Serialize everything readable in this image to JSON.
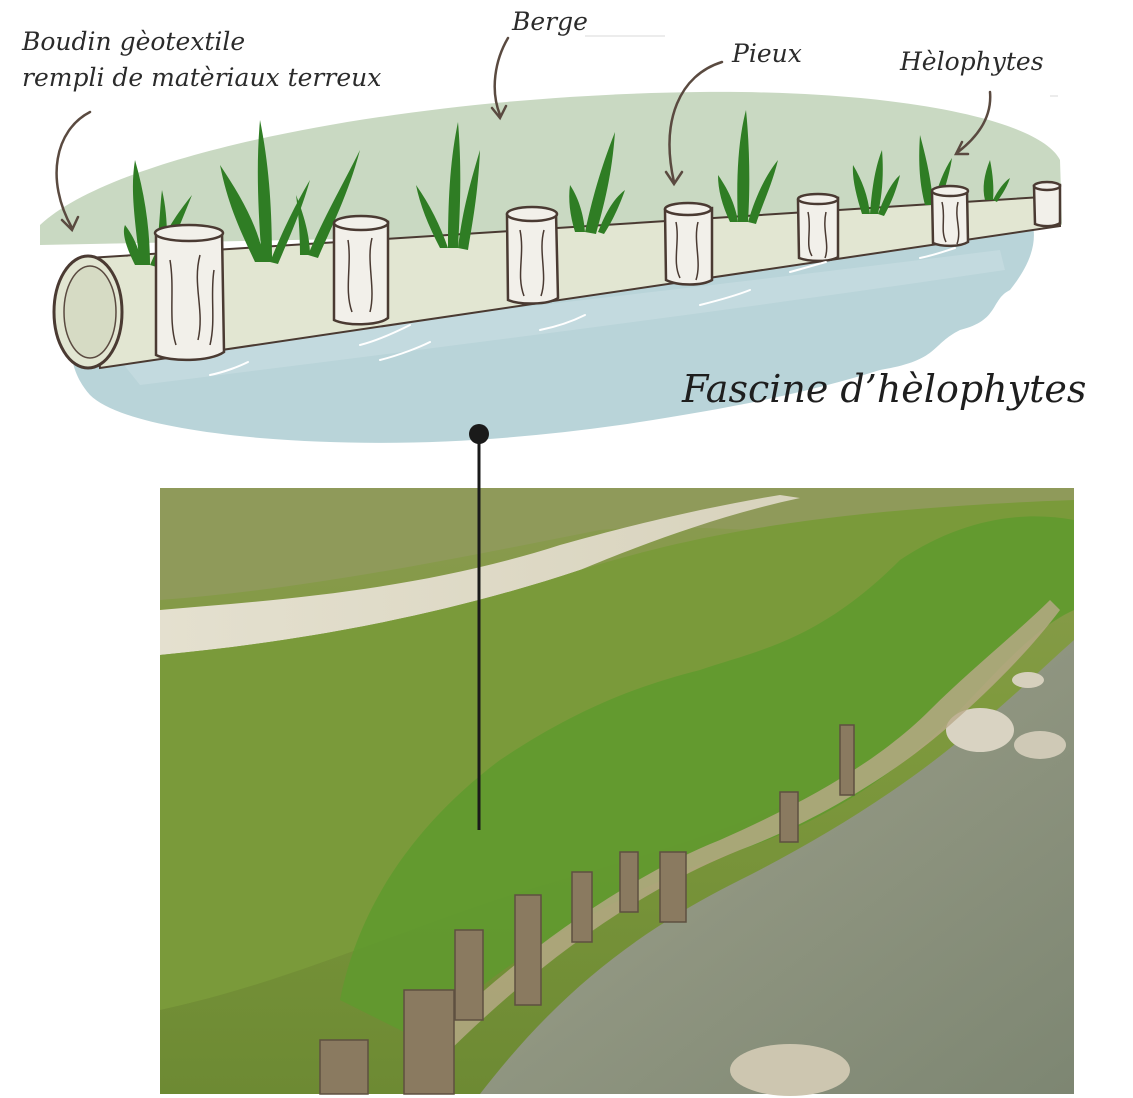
{
  "diagram": {
    "title": "Fascine d’hèlophytes",
    "labels": {
      "boudin_line1": "Boudin gèotextile",
      "boudin_line2": "rempli de matèriaux terreux",
      "berge": "Berge",
      "pieux": "Pieux",
      "helophytes": "Hèlophytes"
    }
  },
  "colors": {
    "bank_green": "#c9d9c2",
    "bank_dark": "#b7cbb0",
    "sausage": "#e2e6d2",
    "water": "#b9d4d9",
    "water_light": "#cfe2e5",
    "plant_green": "#2f7d24",
    "stake_wood": "#f2f0ea",
    "outline": "#4a3a32",
    "pointer": "#1a1a1a"
  }
}
